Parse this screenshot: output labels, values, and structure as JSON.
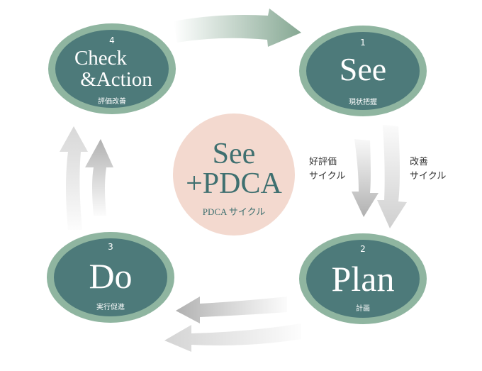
{
  "colors": {
    "ring": "#8fb5a0",
    "fill": "#4d7a7a",
    "center_fill": "#f3d9cf",
    "center_text": "#3f7070",
    "arrow_green": "#86a893",
    "arrow_gray": "#c8c8c8"
  },
  "center": {
    "line1": "See",
    "line2": "+PDCA",
    "caption": "PDCA サイクル"
  },
  "nodes": {
    "see": {
      "number": "1",
      "title": "See",
      "subtitle": "現状把握"
    },
    "plan": {
      "number": "2",
      "title": "Plan",
      "subtitle": "計画"
    },
    "do": {
      "number": "3",
      "title": "Do",
      "subtitle": "実行促進"
    },
    "check": {
      "number": "4",
      "title_line1": "Check",
      "title_line2": "&Action",
      "subtitle": "評価改善"
    }
  },
  "side_labels": {
    "good_review": {
      "line1": "好評価",
      "line2": "サイクル"
    },
    "improve": {
      "line1": "改善",
      "line2": "サイクル"
    }
  }
}
